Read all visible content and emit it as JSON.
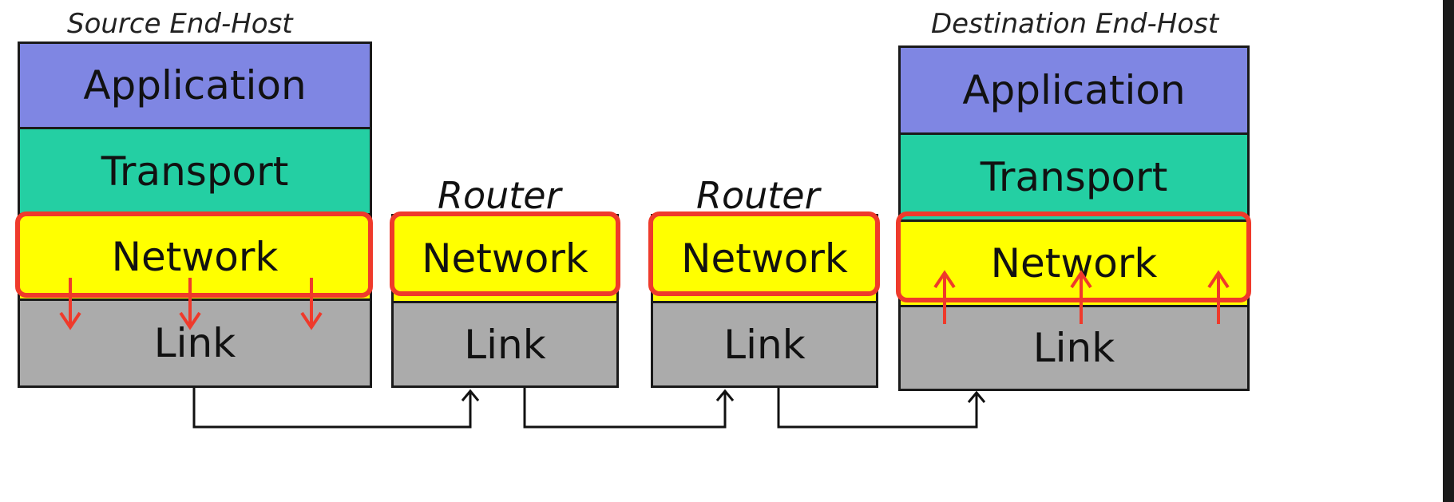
{
  "labels": {
    "source_host": "Source End-Host",
    "destination_host": "Destination End-Host",
    "router": "Router"
  },
  "layers": {
    "application": "Application",
    "transport": "Transport",
    "network": "Network",
    "link": "Link"
  },
  "colors": {
    "application": "#7f86e3",
    "transport": "#24cfa3",
    "network": "#ffff00",
    "link": "#ababab",
    "highlight": "#ef3a2b",
    "wire": "#111111"
  }
}
